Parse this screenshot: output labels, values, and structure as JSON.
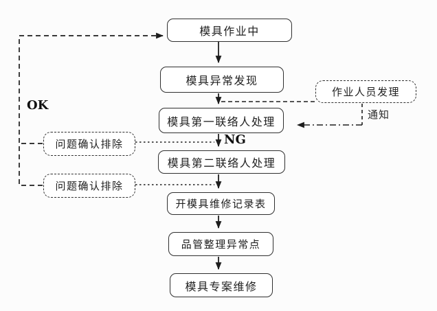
{
  "diagram": {
    "type": "flowchart",
    "background_color": "#fcfcfc",
    "line_color": "#2e2e2e",
    "node_fill_color": "#ffffff",
    "nodes": {
      "operating": {
        "label": "模具作业中",
        "style": "solid"
      },
      "abnormal": {
        "label": "模具异常发现",
        "style": "solid"
      },
      "operator": {
        "label": "作业人员发理",
        "style": "dashed"
      },
      "first_contact": {
        "label": "模具第一联络人处理",
        "style": "solid"
      },
      "second_contact": {
        "label": "模具第二联络人处理",
        "style": "solid"
      },
      "confirm1": {
        "label": "问题确认排除",
        "style": "dashed"
      },
      "confirm2": {
        "label": "问题确认排除",
        "style": "dashed"
      },
      "record": {
        "label": "开模具维修记录表",
        "style": "solid"
      },
      "qc": {
        "label": "品管整理异常点",
        "style": "solid"
      },
      "repair": {
        "label": "模具专案维修",
        "style": "solid"
      }
    },
    "edge_labels": {
      "ok": "OK",
      "ng": "NG",
      "notify": "通知"
    },
    "flow_sequence": [
      "模具作业中",
      "模具异常发现",
      "模具第一联络人处理",
      "模具第二联络人处理",
      "开模具维修记录表",
      "品管整理异常点",
      "模具专案维修"
    ]
  }
}
